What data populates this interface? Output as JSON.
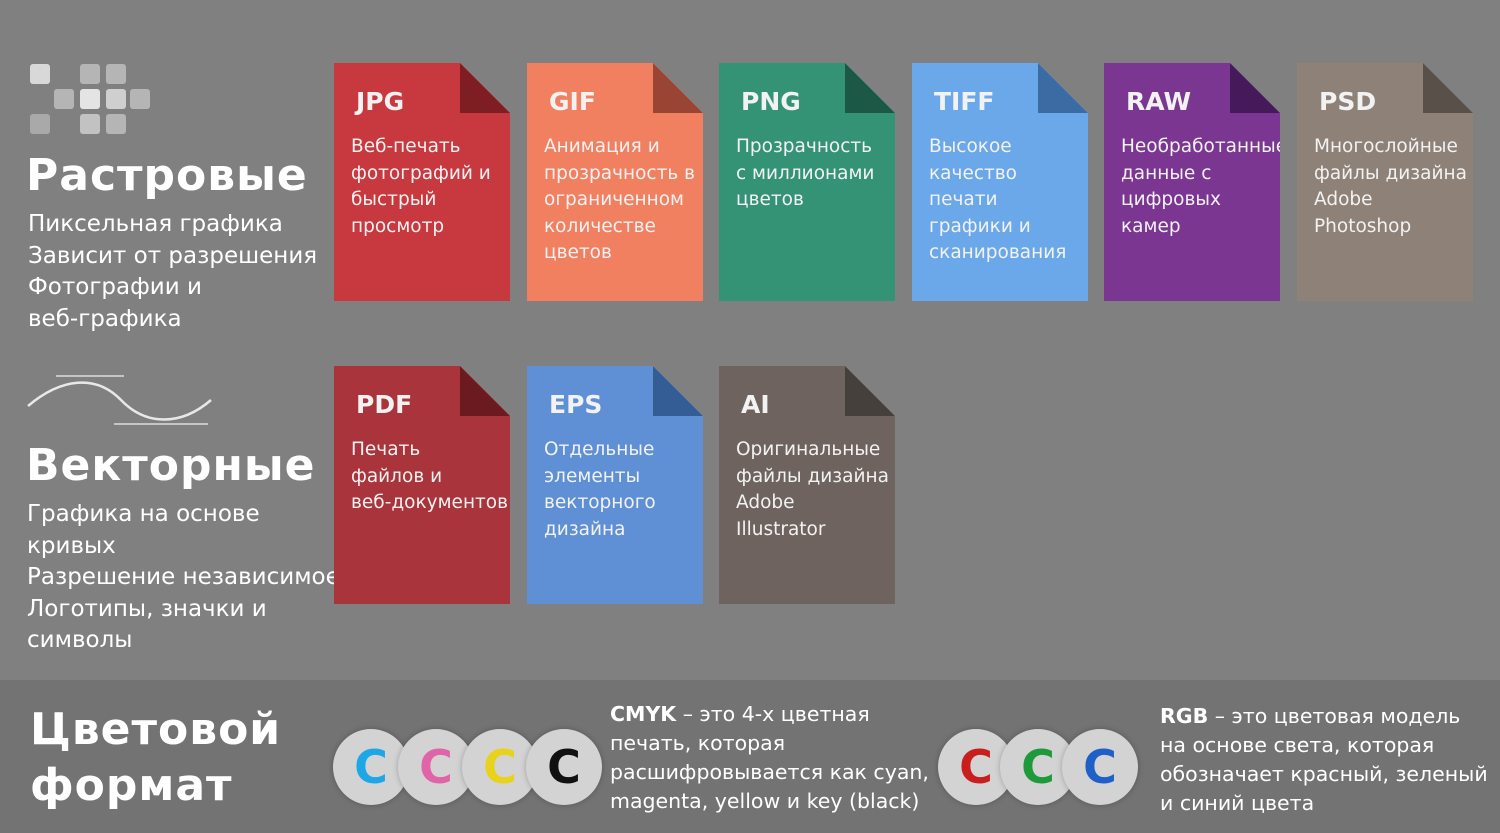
{
  "raster": {
    "title": "Растровые",
    "lines": [
      "Пиксельная графика",
      "Зависит от разрешения",
      "Фотографии и",
      "веб-графика"
    ]
  },
  "vector": {
    "title": "Векторные",
    "lines": [
      "Графика на основе",
      "кривых",
      "Разрешение независимое",
      "Логотипы, значки и",
      "символы"
    ]
  },
  "formats_row1": [
    {
      "ext": "JPG",
      "lines": [
        "Веб-печать",
        "фотографий и",
        "быстрый",
        "просмотр"
      ],
      "color": "#c8393f",
      "fold": "#7e1d22"
    },
    {
      "ext": "GIF",
      "lines": [
        "Анимация и",
        "прозрачность в",
        "ограниченном",
        "количестве",
        "цветов"
      ],
      "color": "#f08060",
      "fold": "#9a4433"
    },
    {
      "ext": "PNG",
      "lines": [
        "Прозрачность",
        "с миллионами",
        "цветов"
      ],
      "color": "#349374",
      "fold": "#1c5846"
    },
    {
      "ext": "TIFF",
      "lines": [
        "Высокое",
        "качество",
        "печати",
        "графики и",
        "сканирования"
      ],
      "color": "#6aa8ea",
      "fold": "#3c6ba4"
    },
    {
      "ext": "RAW",
      "lines": [
        "Необработанные",
        "данные с",
        "цифровых",
        "камер"
      ],
      "color": "#7a3691",
      "fold": "#45195a"
    },
    {
      "ext": "PSD",
      "lines": [
        "Многослойные",
        "файлы дизайна",
        "Adobe",
        "Photoshop"
      ],
      "color": "#8e8178",
      "fold": "#59504a"
    }
  ],
  "formats_row2": [
    {
      "ext": "PDF",
      "lines": [
        "Печать",
        "файлов и",
        "веб-документов"
      ],
      "color": "#a9343b",
      "fold": "#6b1b20"
    },
    {
      "ext": "EPS",
      "lines": [
        "Отдельные",
        "элементы",
        "векторного",
        "дизайна"
      ],
      "color": "#5f8fd4",
      "fold": "#345c95"
    },
    {
      "ext": "AI",
      "lines": [
        "Оригинальные",
        "файлы дизайна",
        "Adobe",
        "Illustrator"
      ],
      "color": "#6e635e",
      "fold": "#45403c"
    }
  ],
  "color_format": {
    "title_lines": [
      "Цветовой",
      "формат"
    ],
    "cmyk_letters": [
      {
        "letter": "C",
        "color": "#1ea7e6"
      },
      {
        "letter": "C",
        "color": "#e064a8"
      },
      {
        "letter": "C",
        "color": "#e8d21a"
      },
      {
        "letter": "C",
        "color": "#111111"
      }
    ],
    "cmyk_text": {
      "highlight": "CMYK",
      "first": " – это 4-х цветная",
      "lines": [
        "печать, которая",
        "расшифровывается как cyan,",
        "magenta, yellow и key (black)"
      ]
    },
    "rgb_letters": [
      {
        "letter": "C",
        "color": "#c81e1e"
      },
      {
        "letter": "C",
        "color": "#1f9a3a"
      },
      {
        "letter": "C",
        "color": "#1f5fc8"
      }
    ],
    "rgb_text": {
      "highlight": "RGB",
      "first": " – это цветовая модель",
      "lines": [
        "на основе света, которая",
        "обозначает красный, зеленый",
        "и синий цвета"
      ]
    }
  }
}
